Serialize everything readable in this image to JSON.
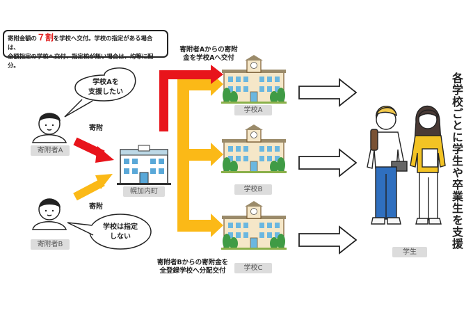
{
  "info_box": {
    "line1_pre": "寄附金額の",
    "line1_highlight": "７割",
    "line1_post": "を学校へ交付。学校の指定がある場合は、",
    "line2": "全額指定の学校へ交付、指定校が無い場合は、均等に配分。"
  },
  "note_a": {
    "line1": "寄附者Aからの寄附",
    "line2": "金を学校Aへ交付"
  },
  "note_b": {
    "line1": "寄附者Bからの寄附金を",
    "line2": "全登録学校へ分配交付"
  },
  "donor_a": {
    "label": "寄附者A",
    "bubble_line1": "学校Aを",
    "bubble_line2": "支援したい"
  },
  "donor_b": {
    "label": "寄附者B",
    "bubble_line1": "学校は指定",
    "bubble_line2": "しない"
  },
  "donation_label_a": "寄附",
  "donation_label_b": "寄附",
  "town_label": "幌加内町",
  "schools": [
    "学校A",
    "学校B",
    "学校C"
  ],
  "students_label": "学生",
  "vertical_text": "各学校ごとに学生や卒業生を支援",
  "colors": {
    "red": "#e8141b",
    "yellow": "#fbb917",
    "gray_tag": "#dcdcdc"
  }
}
